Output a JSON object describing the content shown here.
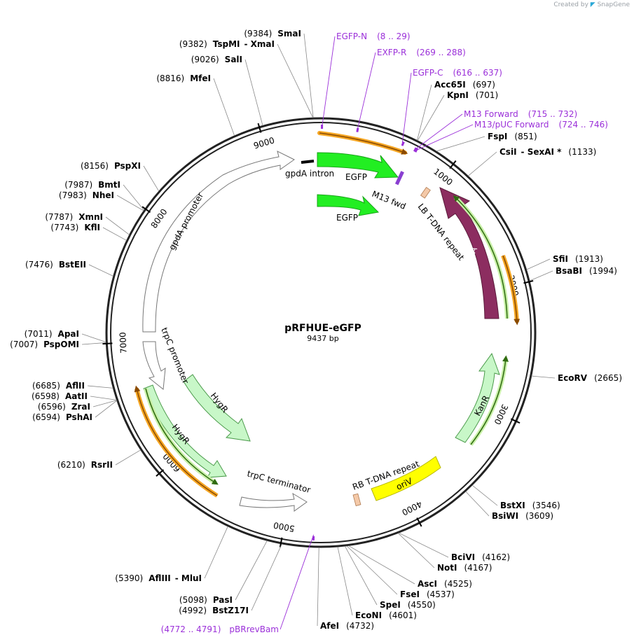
{
  "watermark": {
    "created_by": "Created by",
    "brand": "SnapGene"
  },
  "plasmid": {
    "name": "pRFHUE-eGFP",
    "length_label": "9437 bp",
    "total_bp": 9437
  },
  "ticks": [
    {
      "label": "1000",
      "bp": 1000
    },
    {
      "label": "2000",
      "bp": 2000
    },
    {
      "label": "3000",
      "bp": 3000
    },
    {
      "label": "4000",
      "bp": 4000
    },
    {
      "label": "5000",
      "bp": 5000
    },
    {
      "label": "6000",
      "bp": 6000
    },
    {
      "label": "7000",
      "bp": 7000
    },
    {
      "label": "8000",
      "bp": 8000
    },
    {
      "label": "9000",
      "bp": 9000
    }
  ],
  "sites": [
    {
      "pos": "(9384)",
      "name": "SmaI",
      "bp": 9384
    },
    {
      "pos": "(9382)",
      "name": "TspMI",
      "extra": "- XmaI",
      "bp": 9382
    },
    {
      "pos": "(9026)",
      "name": "SalI",
      "bp": 9026
    },
    {
      "pos": "(8816)",
      "name": "MfeI",
      "bp": 8816
    },
    {
      "pos": "(8156)",
      "name": "PspXI",
      "bp": 8156
    },
    {
      "pos": "(7987)",
      "name": "BmtI",
      "bp": 7987
    },
    {
      "pos": "(7983)",
      "name": "NheI",
      "bp": 7983
    },
    {
      "pos": "(7787)",
      "name": "XmnI",
      "bp": 7787
    },
    {
      "pos": "(7743)",
      "name": "KflI",
      "bp": 7743
    },
    {
      "pos": "(7476)",
      "name": "BstEII",
      "bp": 7476
    },
    {
      "pos": "(7011)",
      "name": "ApaI",
      "bp": 7011
    },
    {
      "pos": "(7007)",
      "name": "PspOMI",
      "bp": 7007
    },
    {
      "pos": "(6685)",
      "name": "AflII",
      "bp": 6685
    },
    {
      "pos": "(6598)",
      "name": "AatII",
      "bp": 6598
    },
    {
      "pos": "(6596)",
      "name": "ZraI",
      "bp": 6596
    },
    {
      "pos": "(6594)",
      "name": "PshAI",
      "bp": 6594
    },
    {
      "pos": "(6210)",
      "name": "RsrII",
      "bp": 6210
    },
    {
      "pos": "(5390)",
      "name": "AflIII",
      "extra": "- MluI",
      "bp": 5390
    },
    {
      "pos": "(5098)",
      "name": "PasI",
      "bp": 5098
    },
    {
      "pos": "(4992)",
      "name": "BstZ17I",
      "bp": 4992
    },
    {
      "pos": "(4732)",
      "name": "AfeI",
      "bp": 4732
    },
    {
      "pos": "(4601)",
      "name": "EcoNI",
      "bp": 4601
    },
    {
      "pos": "(4550)",
      "name": "SpeI",
      "bp": 4550
    },
    {
      "pos": "(4537)",
      "name": "FseI",
      "bp": 4537
    },
    {
      "pos": "(4525)",
      "name": "AscI",
      "bp": 4525
    },
    {
      "pos": "(4167)",
      "name": "NotI",
      "bp": 4167
    },
    {
      "pos": "(4162)",
      "name": "BciVI",
      "bp": 4162
    },
    {
      "pos": "(3609)",
      "name": "BsiWI",
      "bp": 3609
    },
    {
      "pos": "(3546)",
      "name": "BstXI",
      "bp": 3546
    },
    {
      "pos": "(2665)",
      "name": "EcoRV",
      "bp": 2665
    },
    {
      "pos": "(1994)",
      "name": "BsaBI",
      "bp": 1994
    },
    {
      "pos": "(1913)",
      "name": "SfiI",
      "bp": 1913
    },
    {
      "pos": "(1133)",
      "name": "CsiI",
      "extra": "- SexAI *",
      "bp": 1133
    },
    {
      "pos": "(851)",
      "name": "FspI",
      "bp": 851
    },
    {
      "pos": "(701)",
      "name": "KpnI",
      "bp": 701
    },
    {
      "pos": "(697)",
      "name": "Acc65I",
      "bp": 697
    }
  ],
  "primers": [
    {
      "name": "EGFP-N",
      "range": "(8 .. 29)",
      "bp": 8
    },
    {
      "name": "EXFP-R",
      "range": "(269 .. 288)",
      "bp": 269
    },
    {
      "name": "EGFP-C",
      "range": "(616 .. 637)",
      "bp": 616
    },
    {
      "name": "M13 Forward",
      "range": "(715 .. 732)",
      "bp": 715
    },
    {
      "name": "M13/pUC Forward",
      "range": "(724 .. 746)",
      "bp": 724
    },
    {
      "name": "pBRrevBam",
      "range": "(4772 .. 4791)",
      "bp": 4772
    }
  ],
  "features": [
    {
      "name": "gpdA intron"
    },
    {
      "name": "EGFP"
    },
    {
      "name": "M13 fwd"
    },
    {
      "name": "EGFP"
    },
    {
      "name": "LB T-DNA repeat"
    },
    {
      "name": "trfA"
    },
    {
      "name": "KanR"
    },
    {
      "name": "oriV"
    },
    {
      "name": "RB T-DNA repeat"
    },
    {
      "name": "trpC terminator"
    },
    {
      "name": "HygR"
    },
    {
      "name": "HygR"
    },
    {
      "name": "trpC promoter"
    },
    {
      "name": "gpdA promoter"
    }
  ],
  "colors": {
    "backbone": "#222222",
    "egfp": "#22ee22",
    "trfa": "#8c2d60",
    "kanr": "#c8f7c8",
    "hygr": "#c8f7c8",
    "oriv": "#ffff00",
    "primer": "#9b30d9",
    "orf_orange": "#f5a623",
    "orf_green": "#4a9a1a",
    "lb_box": "#f4c9a8"
  }
}
